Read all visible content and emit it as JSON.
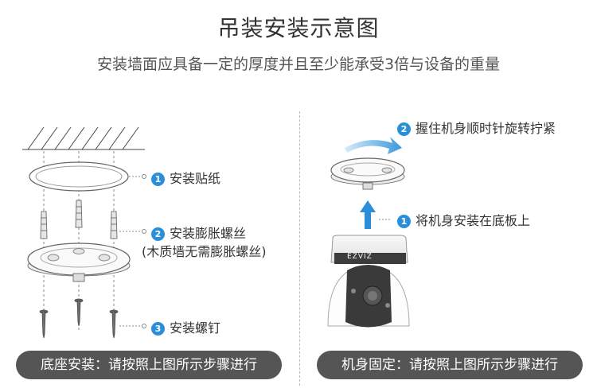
{
  "title": "吊装安装示意图",
  "subtitle": "安装墙面应具备一定的厚度并且至少能承受3倍与设备的重量",
  "left": {
    "step1": {
      "num": "1",
      "text": "安装贴纸"
    },
    "step2": {
      "num": "2",
      "text": "安装膨胀螺丝",
      "note": "(木质墙无需膨胀螺丝)"
    },
    "step3": {
      "num": "3",
      "text": "安装螺钉"
    },
    "caption": "底座安装：请按照上图所示步骤进行"
  },
  "right": {
    "step2": {
      "num": "2",
      "text": "握住机身顺时针旋转拧紧"
    },
    "step1": {
      "num": "1",
      "text": "将机身安装在底板上"
    },
    "brand": "EZVIZ",
    "caption": "机身固定：请按照上图所示步骤进行"
  },
  "colors": {
    "accent": "#2a8fd8",
    "caption_bg": "#555555"
  }
}
